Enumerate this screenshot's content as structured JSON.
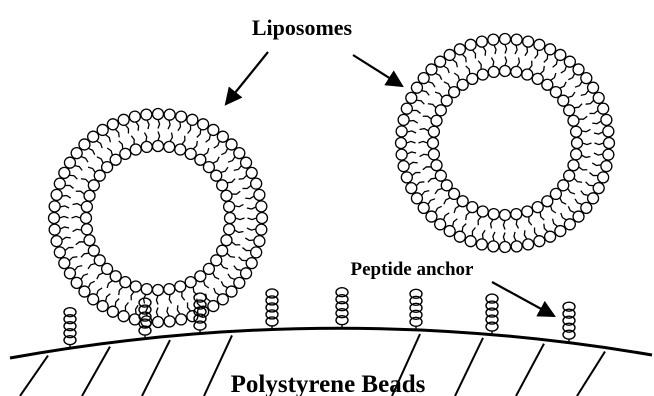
{
  "labels": {
    "liposomes": "Liposomes",
    "peptide_anchor": "Peptide anchor",
    "beads": "Polystyrene Beads"
  },
  "colors": {
    "ink": "#000000",
    "background": "#ffffff",
    "head_fill": "#ffffff"
  },
  "structure": {
    "liposome_count": 2,
    "peptide_anchor_count": 8,
    "bead_hatch_count": 10
  }
}
